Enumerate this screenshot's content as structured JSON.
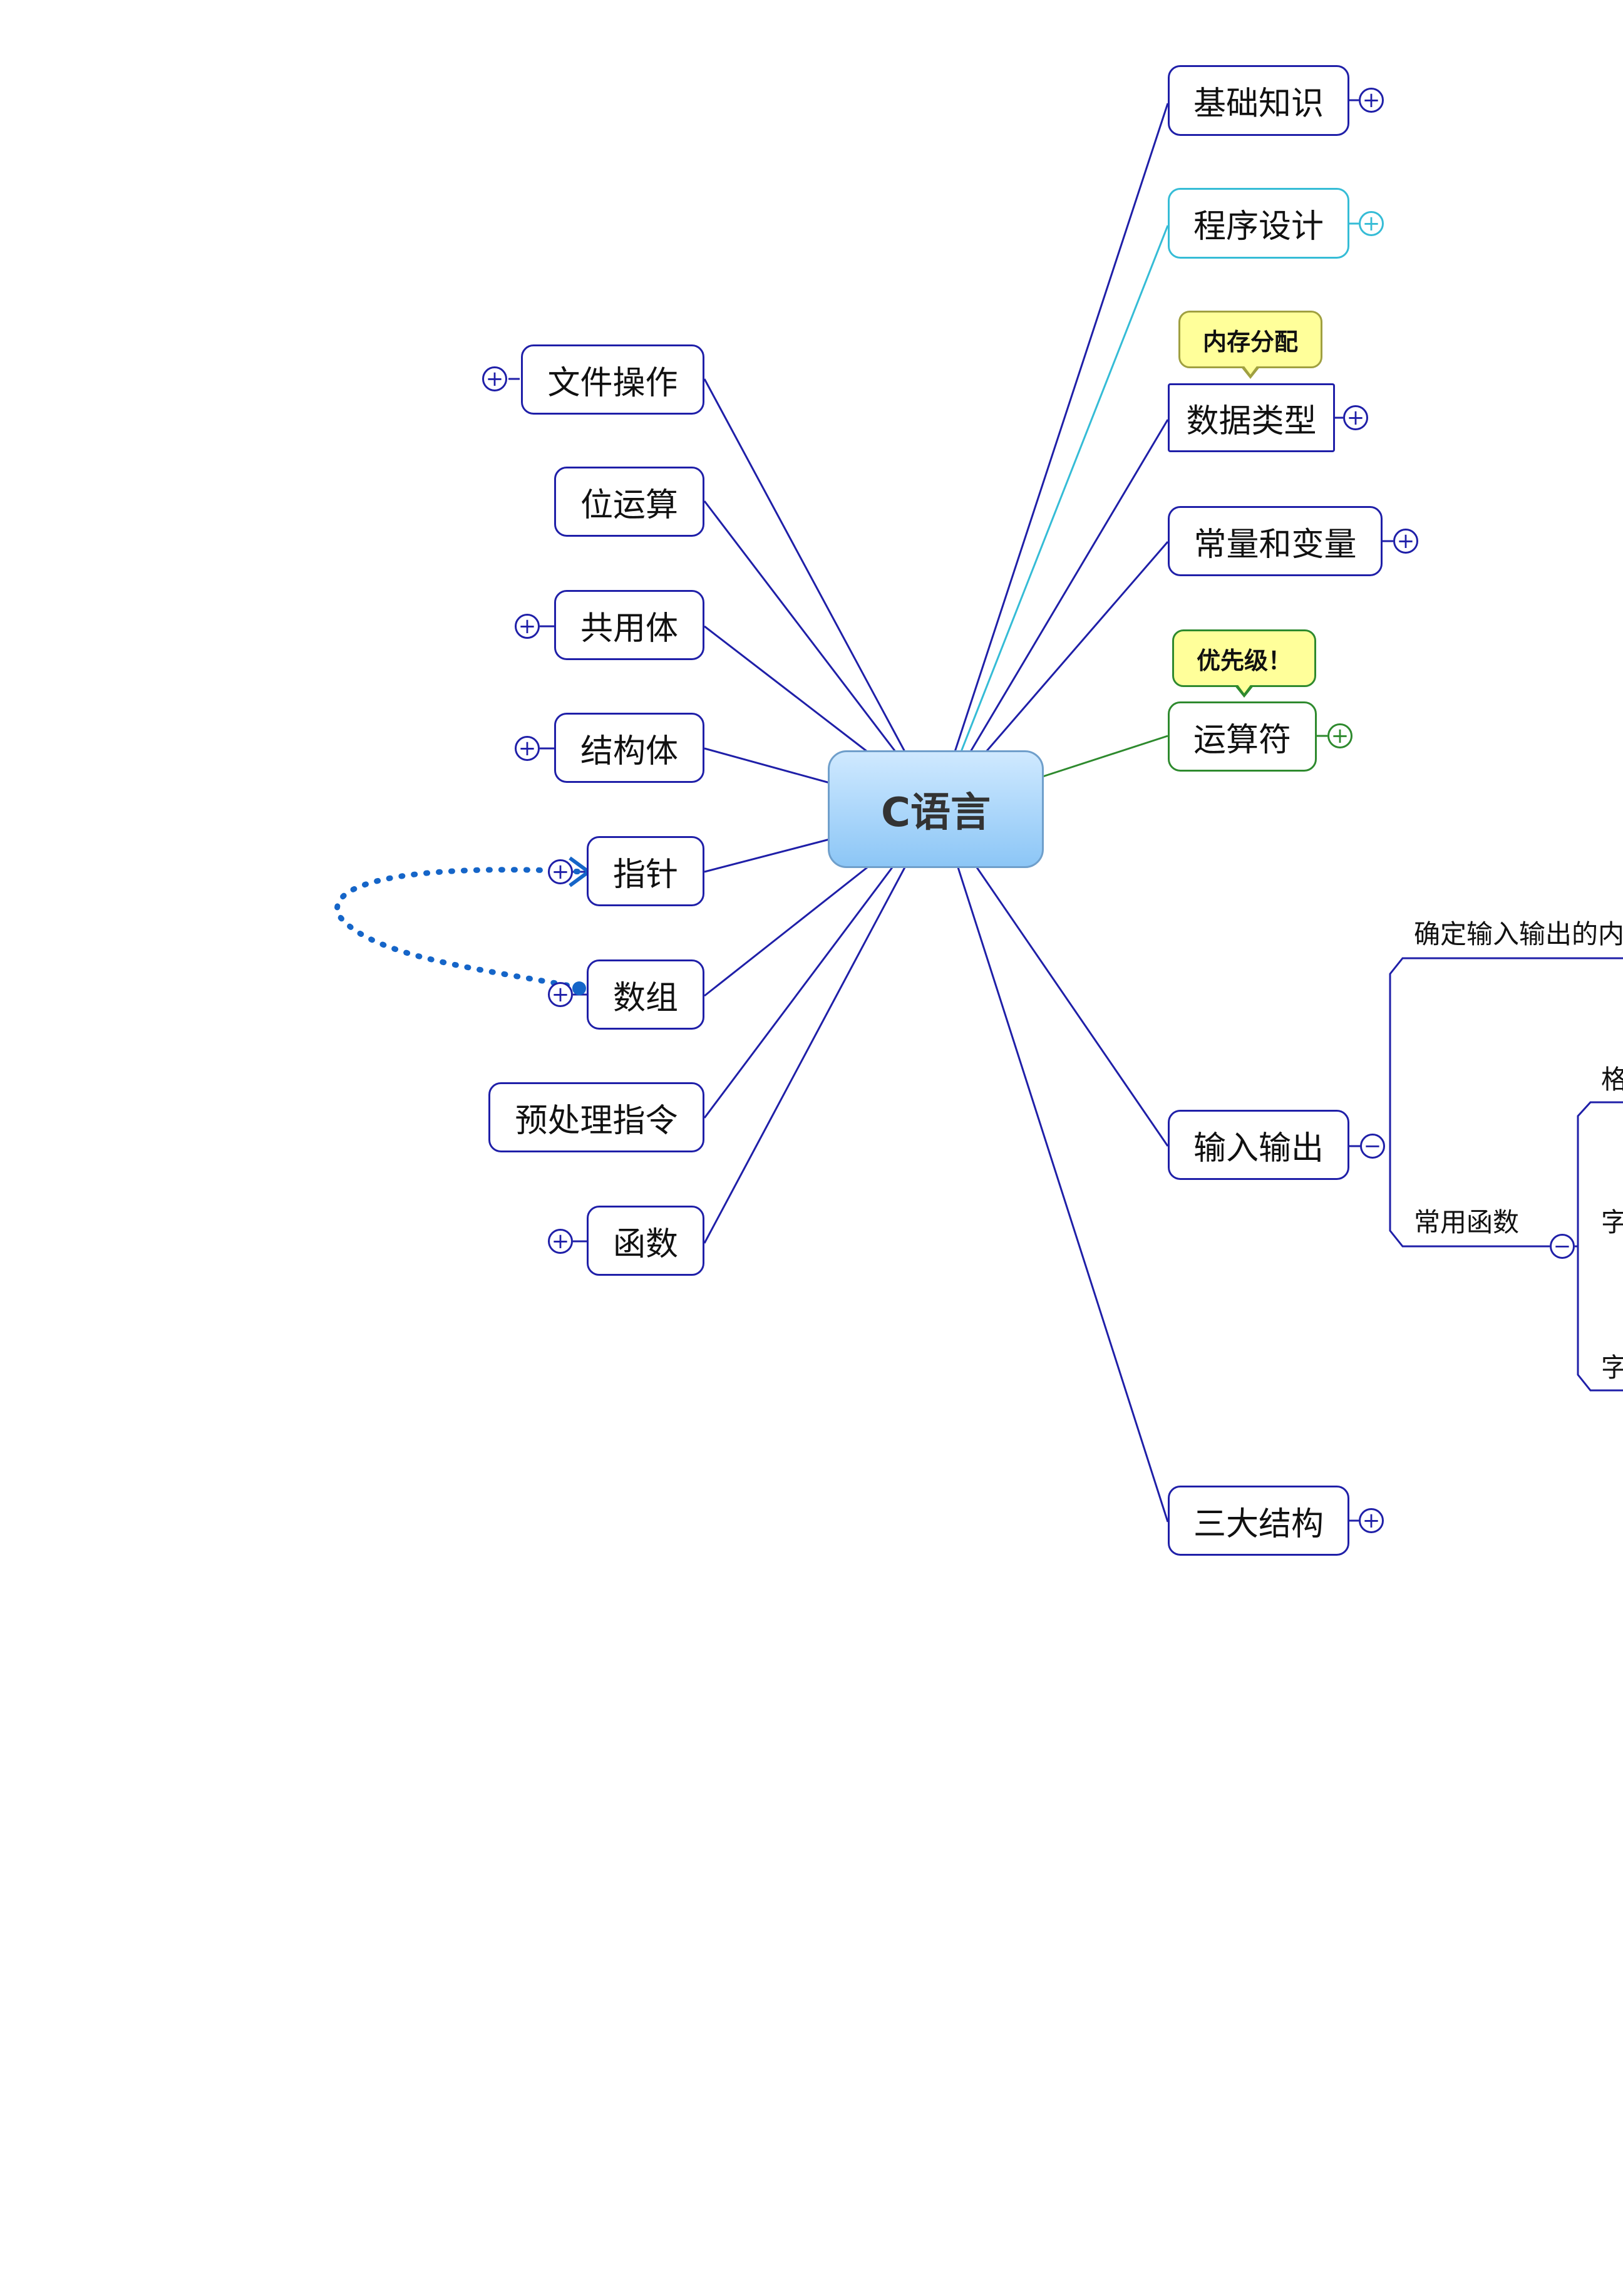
{
  "center": {
    "label": "C语言"
  },
  "right_topics": [
    {
      "label": "基础知识",
      "toggle": "+"
    },
    {
      "label": "程序设计",
      "toggle": "+"
    },
    {
      "label": "数据类型",
      "toggle": "+",
      "callout": "内存分配"
    },
    {
      "label": "常量和变量",
      "toggle": "+"
    },
    {
      "label": "运算符",
      "toggle": "+",
      "callout": "优先级！"
    },
    {
      "label": "输入输出",
      "toggle": "−"
    },
    {
      "label": "三大结构",
      "toggle": "+"
    }
  ],
  "left_topics": [
    {
      "label": "文件操作",
      "toggle": "+"
    },
    {
      "label": "位运算"
    },
    {
      "label": "共用体",
      "toggle": "+"
    },
    {
      "label": "结构体",
      "toggle": "+"
    },
    {
      "label": "指针",
      "toggle": "+"
    },
    {
      "label": "数组",
      "toggle": "+"
    },
    {
      "label": "预处理指令"
    },
    {
      "label": "函数",
      "toggle": "+"
    }
  ],
  "io_subtopics": [
    {
      "label": "确定输入输出的内"
    },
    {
      "label": "常用函数",
      "toggle": "−"
    }
  ],
  "io_function_subtopics": [
    {
      "label": "格"
    },
    {
      "label": "字"
    },
    {
      "label": "字"
    }
  ],
  "colors": {
    "branch": "#1f1fa8",
    "teal_branch": "#35bcd6",
    "green_branch": "#2e8a2e",
    "relationship": "#1565c8"
  }
}
